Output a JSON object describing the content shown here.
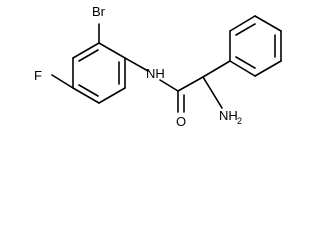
{
  "molecule": {
    "atoms": {
      "bromine": "Br",
      "fluorine": "F",
      "amide_nh": "NH",
      "oxygen": "O",
      "amine_n": "NH",
      "amine_subscript": "2"
    }
  }
}
